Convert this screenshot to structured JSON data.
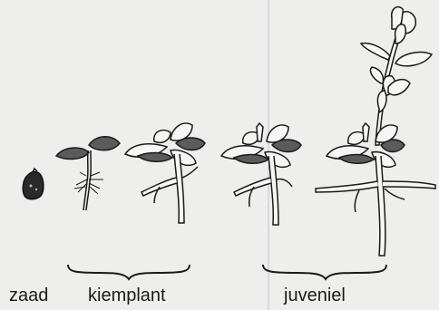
{
  "diagram": {
    "stages": {
      "seed": "zaad",
      "seedling": "kiemplant",
      "juvenile": "juveniel"
    },
    "colors": {
      "paper": "#eeeeec",
      "ink": "#1a1a1a",
      "leaf_dark": "#5b5b5b",
      "leaf_light": "#f6f6f4",
      "divider": "#b9c4dc"
    }
  }
}
